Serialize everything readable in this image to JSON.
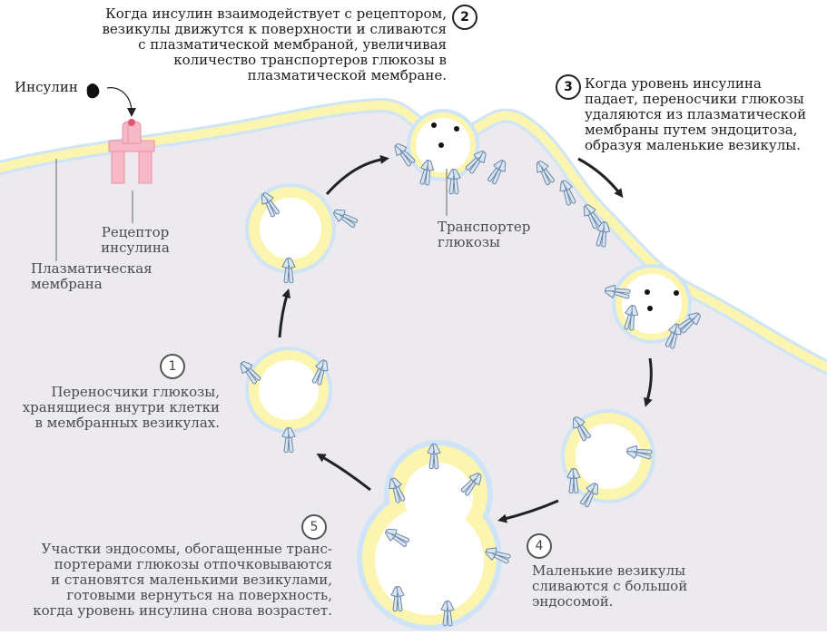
{
  "labels": {
    "step2_text": [
      "Когда инсулин взаимодействует с рецептором,",
      "везикулы движутся к поверхности и сливаются",
      "с плазматической мембраной, увеличивая",
      "количество транспортеров глюкозы в",
      "плазматической мембране."
    ],
    "step3_text": [
      "Когда уровень инсулина",
      "падает, переносчики глюкозы",
      "удаляются из плазматической",
      "мембраны путем эндоцитоза,",
      "образуя маленькие везикулы."
    ],
    "step1_text": [
      "Переносчики глюкозы,",
      "хранящиеся внутри клетки",
      "в мембранных везикулах."
    ],
    "step4_text": [
      "Маленькие везикулы",
      "сливаются с большой",
      "эндосомой."
    ],
    "step5_text": [
      "Участки эндосомы, обогащенные транс-",
      "портерами глюкозы отпочковываются",
      "и становятся маленькими везикулами,",
      "готовыми вернуться на поверхность,",
      "когда уровень инсулина снова возрастет."
    ],
    "insulin": "Инсулин",
    "receptor": [
      "Рецептор",
      "инсулина"
    ],
    "membrane": [
      "Плазматическая",
      "мембрана"
    ],
    "transporter": [
      "Транспортер",
      "глюкозы"
    ]
  },
  "numbers": {
    "n1": "1",
    "n2": "2",
    "n3": "3",
    "n4": "4",
    "n5": "5"
  },
  "colors": {
    "cytoplasm": "#ece9ef",
    "membrane_yellow": "#fbf5b0",
    "membrane_blue": "#cfe4f6",
    "transporter": "#d8e6f3",
    "transporter_stroke": "#6b86a6",
    "receptor": "#f7b9c8",
    "arrow": "#222222"
  }
}
